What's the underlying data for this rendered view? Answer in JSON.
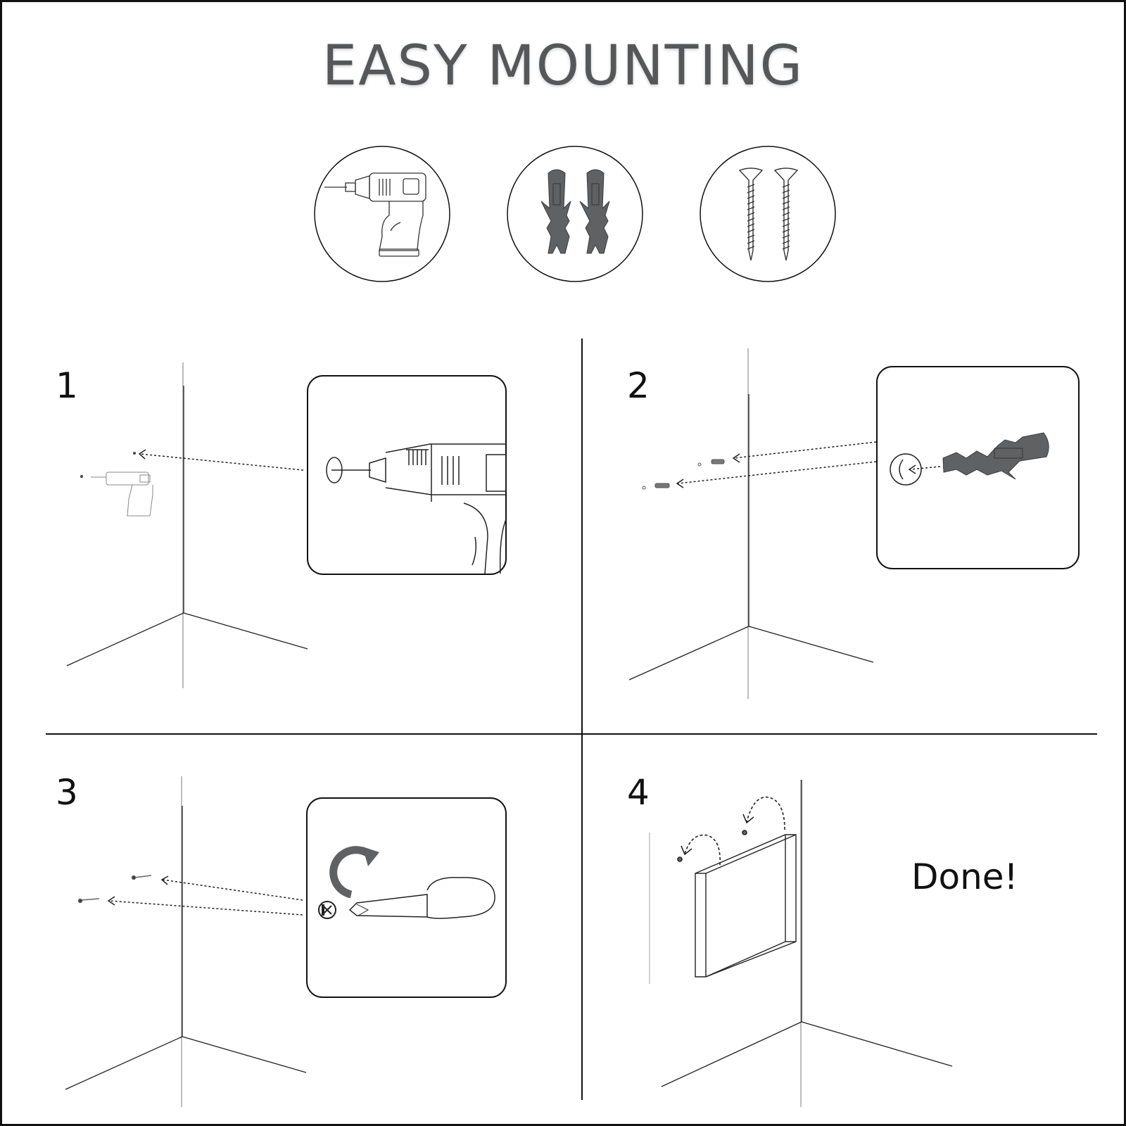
{
  "title": "EASY MOUNTING",
  "tools": [
    {
      "icon": "drill-icon"
    },
    {
      "icon": "wall-plug-icon"
    },
    {
      "icon": "screw-icon"
    }
  ],
  "steps": [
    {
      "number": "1"
    },
    {
      "number": "2"
    },
    {
      "number": "3"
    },
    {
      "number": "4"
    }
  ],
  "done_text": "Done!",
  "colors": {
    "ink": "#111111",
    "title": "#555759",
    "plug": "#5f6163"
  }
}
